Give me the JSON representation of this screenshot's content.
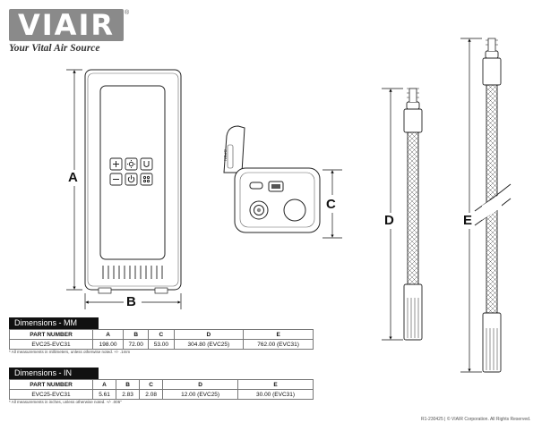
{
  "brand": {
    "logo_text": "VIAIR",
    "registered_mark": "®",
    "tagline": "Your Vital Air Source"
  },
  "dimension_labels": {
    "a": "A",
    "b": "B",
    "c": "C",
    "d": "D",
    "e": "E"
  },
  "device": {
    "lid_label": "OPEN"
  },
  "table_mm": {
    "title": "Dimensions - MM",
    "headers": [
      "PART NUMBER",
      "A",
      "B",
      "C",
      "D",
      "E"
    ],
    "row": [
      "EVC25-EVC31",
      "198.00",
      "72.00",
      "53.00",
      "304.80 (EVC25)",
      "762.00 (EVC31)"
    ],
    "note": "* All measurements in millimeters, unless otherwise noted. +/- .1mm"
  },
  "table_in": {
    "title": "Dimensions - IN",
    "headers": [
      "PART NUMBER",
      "A",
      "B",
      "C",
      "D",
      "E"
    ],
    "row": [
      "EVC25-EVC31",
      "5.61",
      "2.83",
      "2.08",
      "12.00 (EVC25)",
      "30.00 (EVC31)"
    ],
    "note": "* All measurements in inches, unless otherwise noted. +/- .005\""
  },
  "footer": "R1-230425 | © VIAIR Corporation. All Rights Reserved."
}
